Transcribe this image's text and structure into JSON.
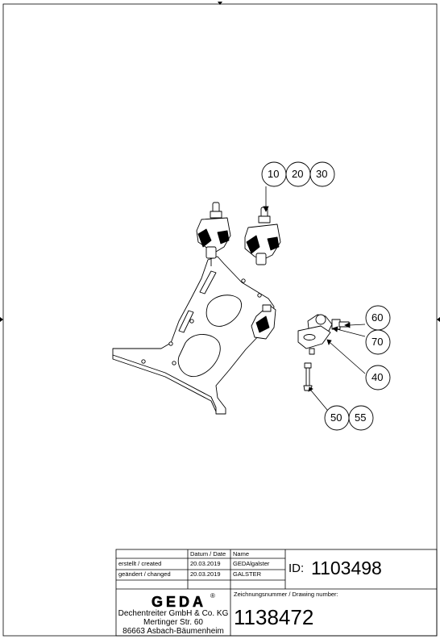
{
  "balloons": [
    {
      "label": "10"
    },
    {
      "label": "20"
    },
    {
      "label": "30"
    },
    {
      "label": "60"
    },
    {
      "label": "70"
    },
    {
      "label": "40"
    },
    {
      "label": "50"
    },
    {
      "label": "55"
    }
  ],
  "title_block": {
    "col_date_header": "Datum / Date",
    "col_name_header": "Name",
    "rows": [
      {
        "label": "erstellt / created",
        "date": "20.03.2019",
        "name": "GEDAlgalster"
      },
      {
        "label": "geändert / changed",
        "date": "20.03.2019",
        "name": "GALSTER"
      }
    ],
    "id_label": "ID:",
    "id_value": "1103498",
    "logo_text": "GEDA",
    "logo_mark": "®",
    "company": "Dechentreiter GmbH & Co. KG",
    "street": "Mertinger Str. 60",
    "city": "86663 Asbach-Bäumenheim",
    "drawing_number_label": "Zeichnungsnummer / Drawing number:",
    "drawing_number": "1138472"
  }
}
